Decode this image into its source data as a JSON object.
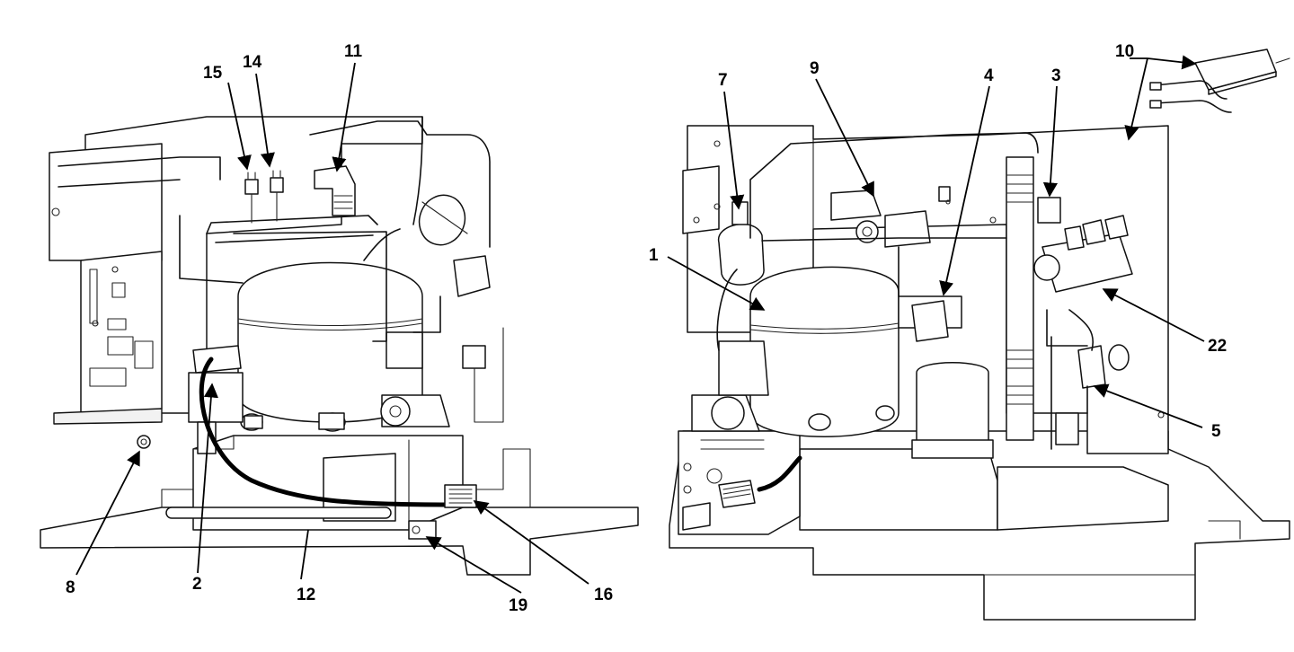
{
  "figure": {
    "left_view": {
      "callouts": [
        "15",
        "14",
        "11",
        "8",
        "2",
        "12",
        "19",
        "16"
      ]
    },
    "right_view": {
      "callouts": [
        "7",
        "9",
        "4",
        "3",
        "10",
        "1",
        "22",
        "5"
      ]
    }
  },
  "colors": {
    "line": "#111111",
    "background": "#ffffff"
  }
}
